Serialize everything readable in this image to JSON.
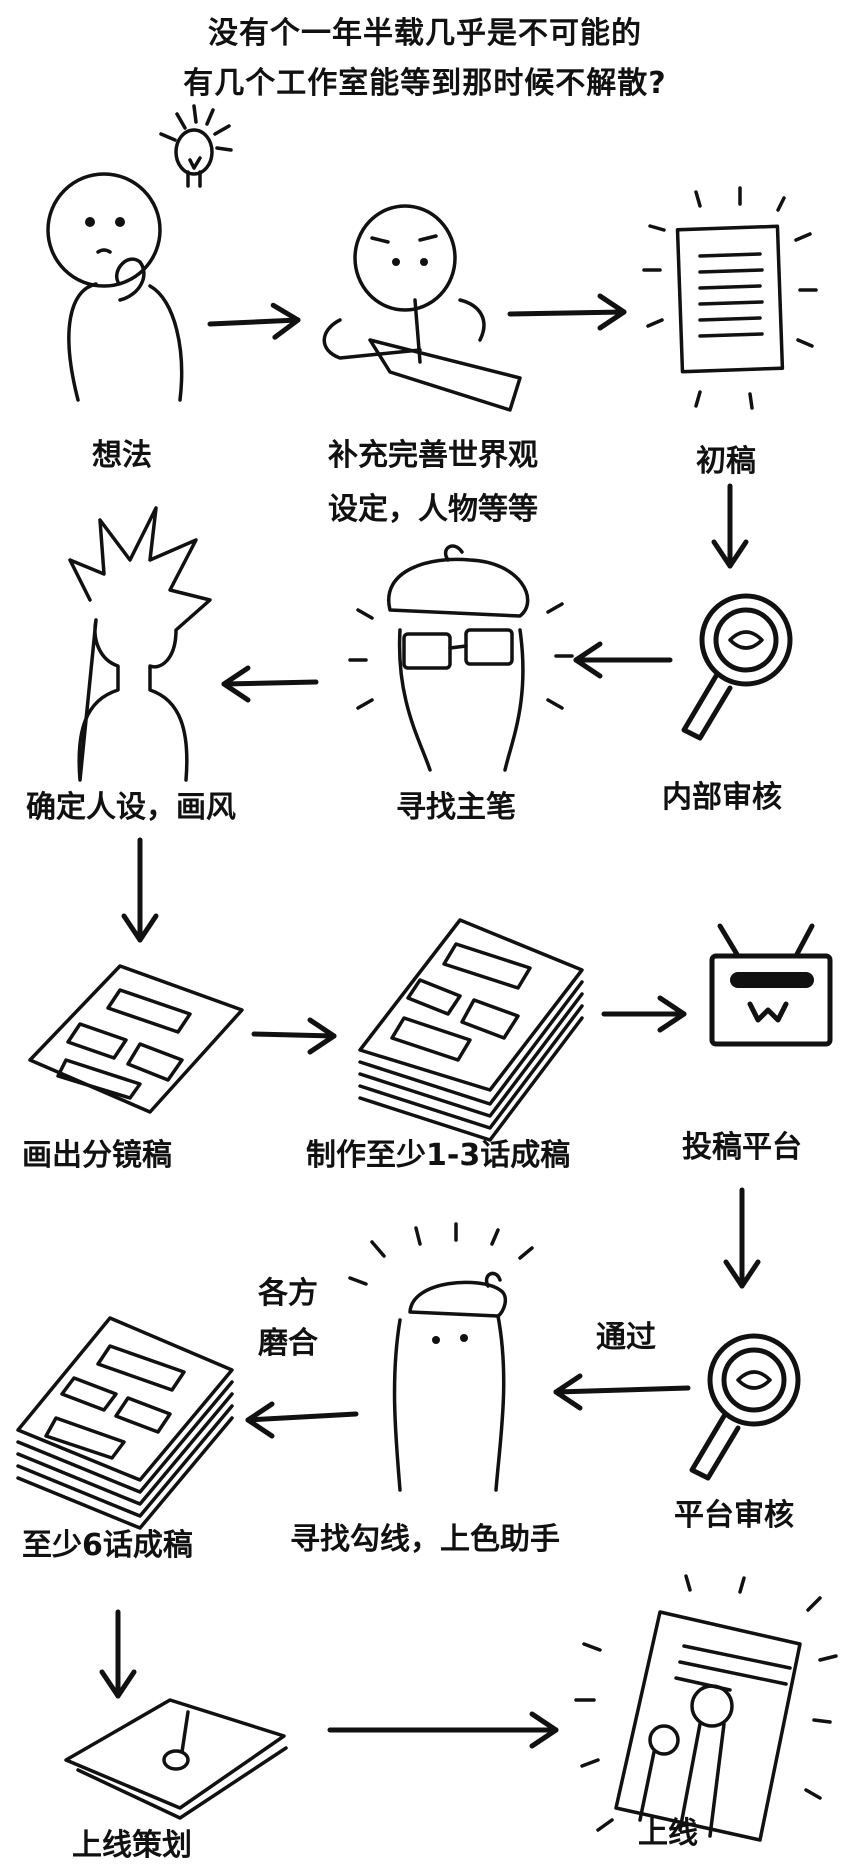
{
  "header": {
    "line1": "没有个一年半载几乎是不可能的",
    "line2": "有几个工作室能等到那时候不解散?"
  },
  "steps": [
    {
      "id": "idea",
      "label": "想法"
    },
    {
      "id": "worldbuilding",
      "label1": "补充完善世界观",
      "label2": "设定，人物等等"
    },
    {
      "id": "first-draft",
      "label": "初稿"
    },
    {
      "id": "internal-review",
      "label": "内部审核"
    },
    {
      "id": "find-lead-artist",
      "label": "寻找主笔"
    },
    {
      "id": "character-design",
      "label": "确定人设，画风"
    },
    {
      "id": "storyboard",
      "label": "画出分镜稿"
    },
    {
      "id": "make-chapters",
      "label": "制作至少1-3话成稿"
    },
    {
      "id": "submit-platform",
      "label": "投稿平台"
    },
    {
      "id": "platform-review",
      "label": "平台审核"
    },
    {
      "id": "find-assistants",
      "label": "寻找勾线，上色助手"
    },
    {
      "id": "six-chapters",
      "label": "至少6话成稿"
    },
    {
      "id": "launch-planning",
      "label": "上线策划"
    },
    {
      "id": "launch",
      "label": "上线"
    }
  ],
  "annotations": {
    "passed": "通过",
    "coordination_line1": "各方",
    "coordination_line2": "磨合"
  }
}
